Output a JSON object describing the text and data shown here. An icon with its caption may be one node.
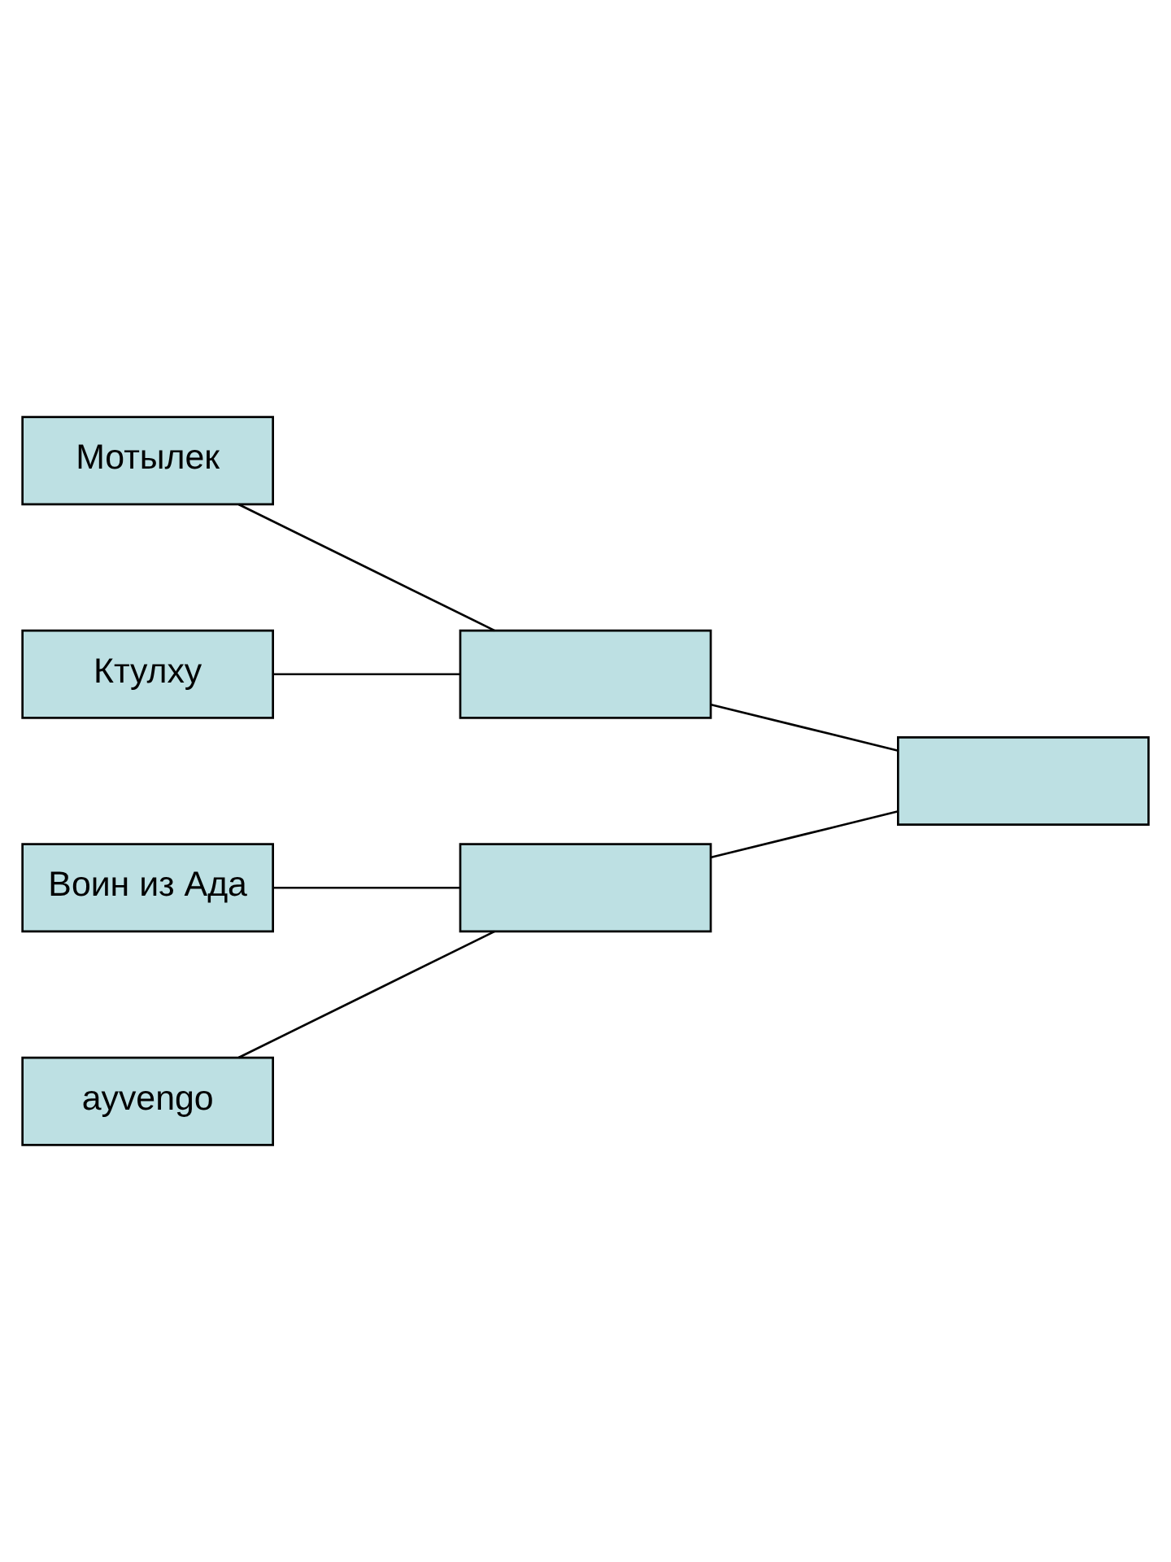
{
  "diagram": {
    "nodes": [
      {
        "text": [
          "Мотылек"
        ]
      },
      {
        "text": [],
        "shape": "box"
      },
      {
        "text": [
          "Ктулху"
        ]
      },
      {
        "text": [],
        "shape": "box"
      },
      {
        "text": [
          "Воин из Ада"
        ]
      },
      {
        "text": [],
        "shape": "box"
      },
      {
        "text": [
          "ayvengo"
        ]
      }
    ],
    "edges": [
      {
        "from": 0,
        "to": 1,
        "arrow": "none"
      },
      {
        "from": 2,
        "to": 1,
        "arrow": "none"
      },
      {
        "from": 1,
        "to": 3,
        "arrow": "none"
      },
      {
        "from": 4,
        "to": 5,
        "arrow": "none"
      },
      {
        "from": 6,
        "to": 5,
        "arrow": "none"
      },
      {
        "from": 5,
        "to": 3,
        "arrow": "none"
      }
    ]
  }
}
